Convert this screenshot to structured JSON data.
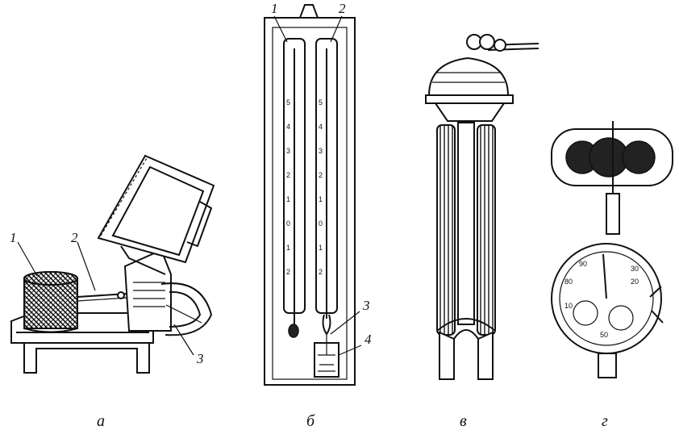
{
  "panels": [
    {
      "id": "a",
      "caption": "а",
      "callouts": [
        "1",
        "2",
        "3"
      ]
    },
    {
      "id": "b",
      "caption": "б",
      "callouts": [
        "1",
        "2",
        "3",
        "4"
      ],
      "scale_digits": [
        "5",
        "4",
        "3",
        "2",
        "1",
        "0",
        "1",
        "2"
      ]
    },
    {
      "id": "v",
      "caption": "в",
      "callouts": []
    },
    {
      "id": "g",
      "caption": "г",
      "callouts": [],
      "dial_marks": [
        "90",
        "80",
        "10",
        "20",
        "30",
        "50"
      ]
    }
  ]
}
